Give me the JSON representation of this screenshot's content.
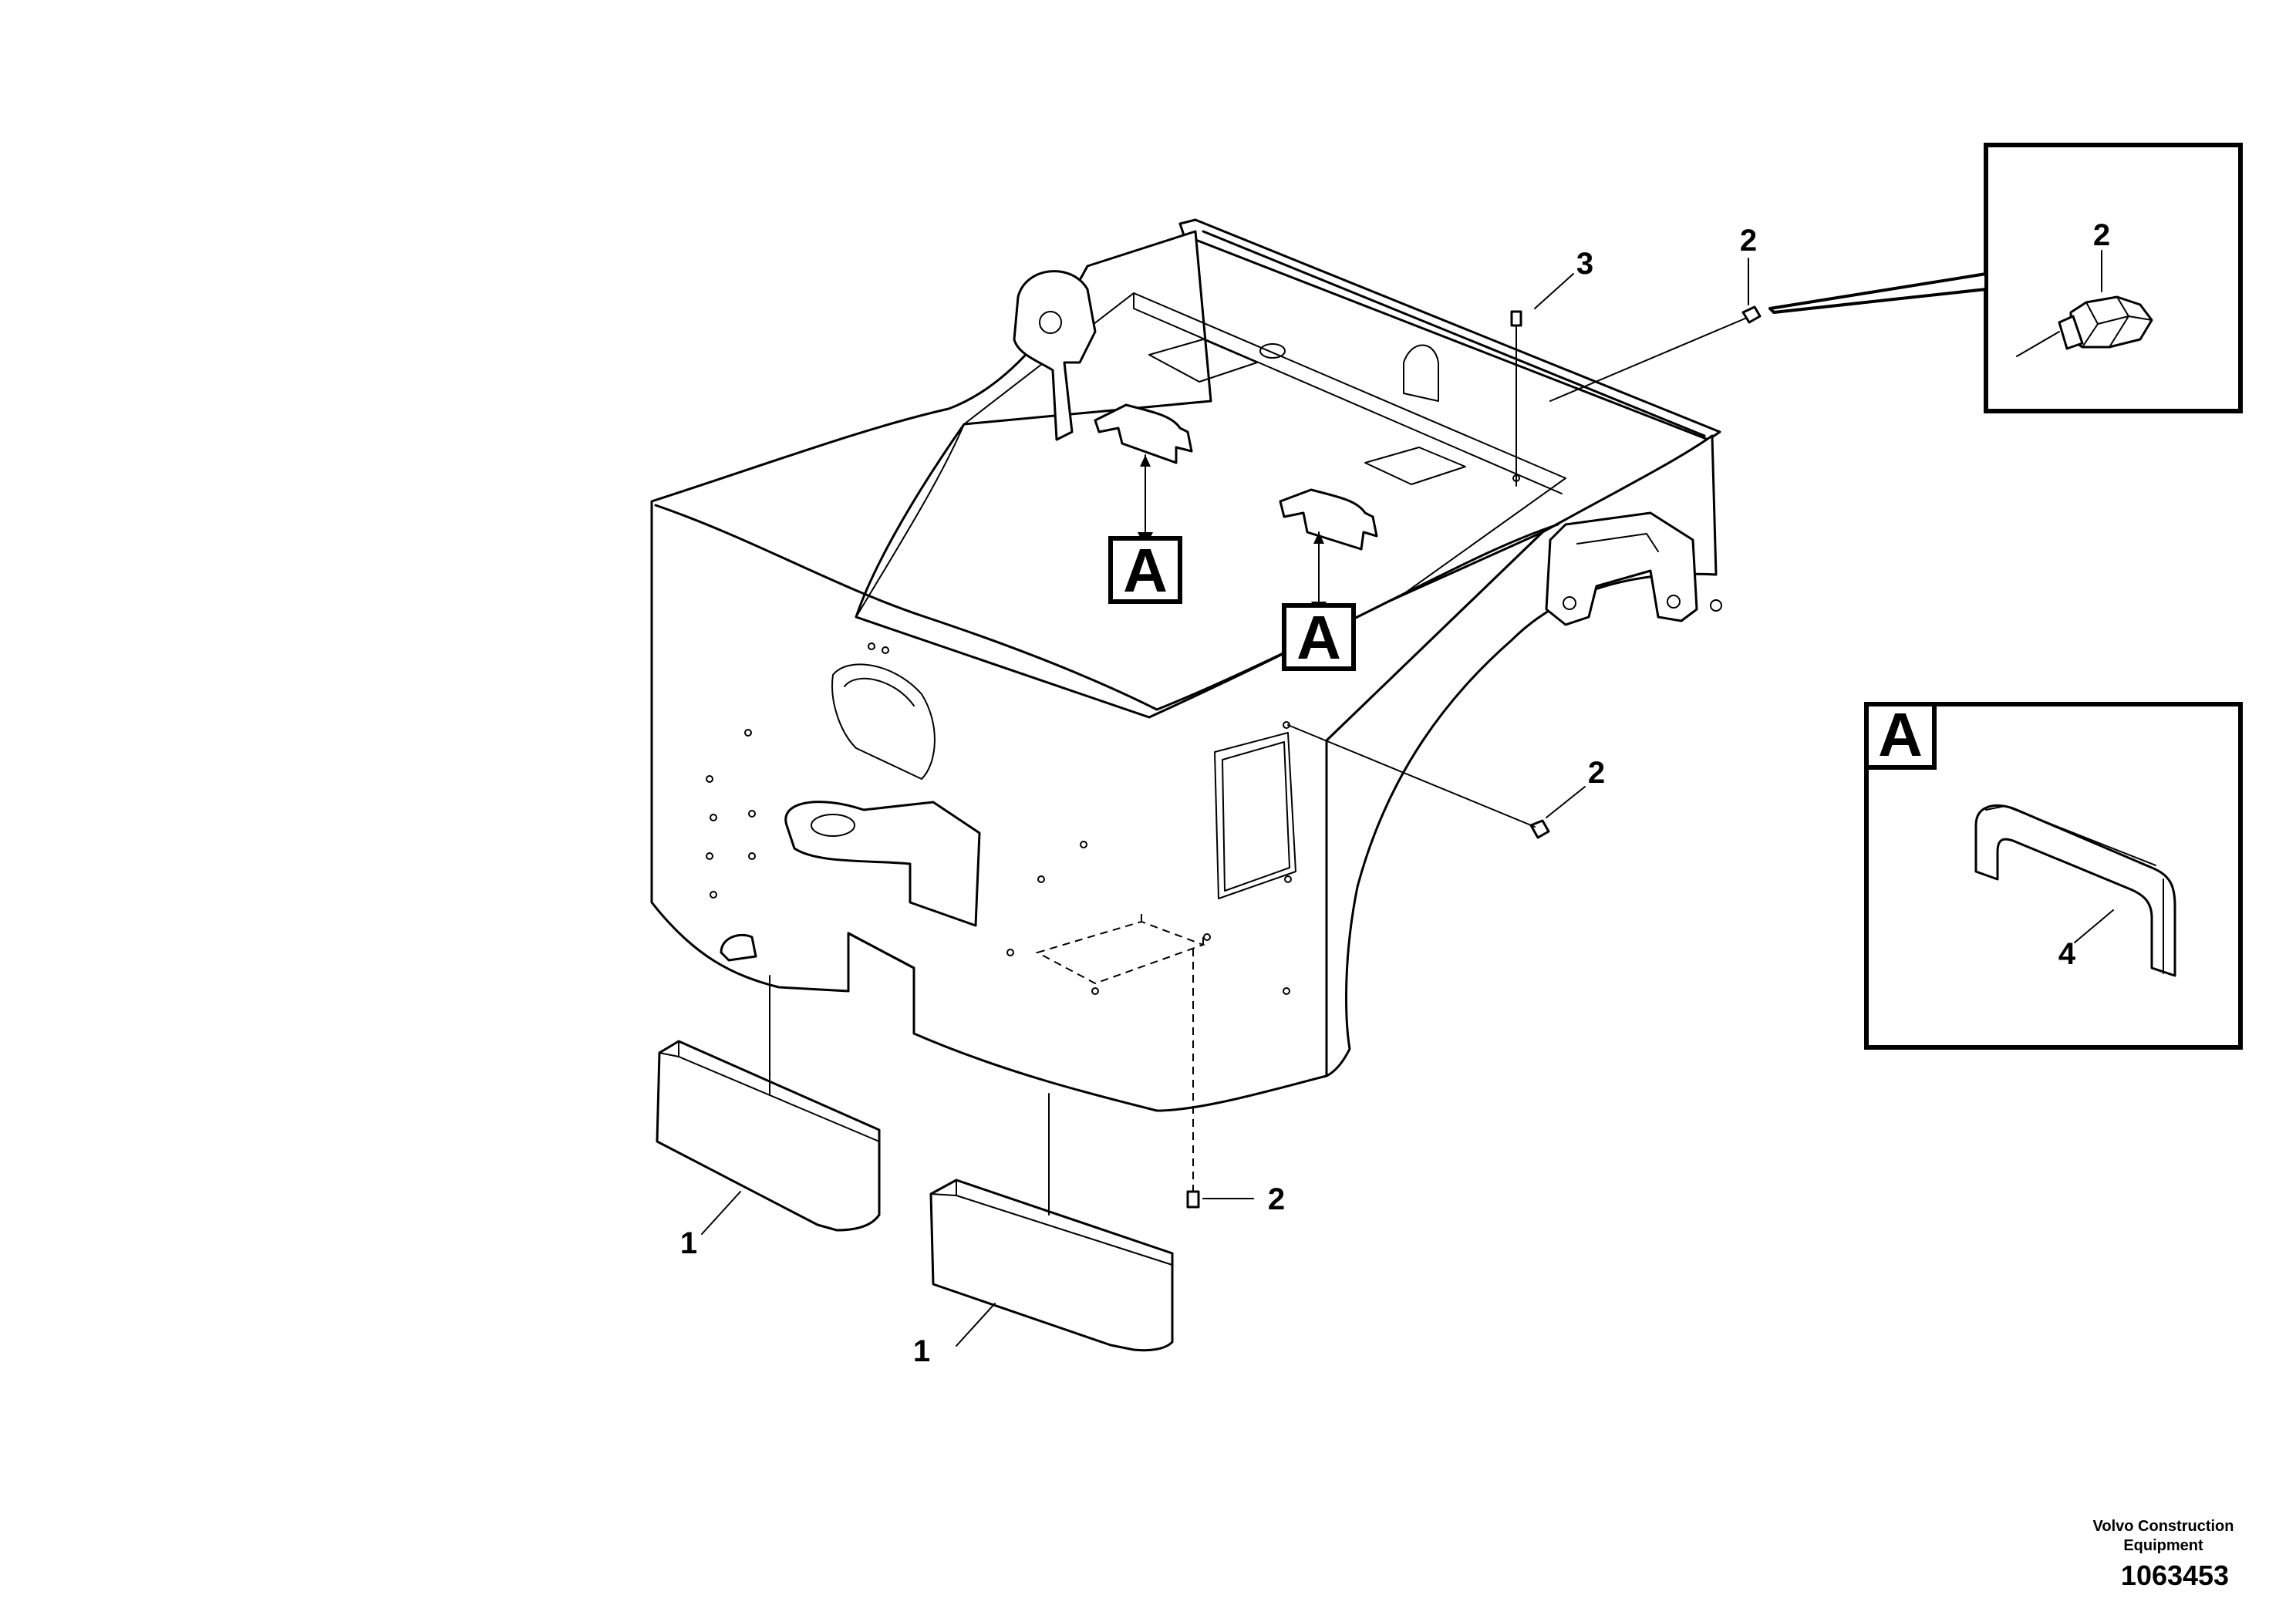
{
  "callouts": {
    "c1a": "1",
    "c1b": "1",
    "c2_top": "2",
    "c2_mid": "2",
    "c2_bottom": "2",
    "c2_detail": "2",
    "c3": "3",
    "c4": "4"
  },
  "view_markers": {
    "marker_left": "A",
    "marker_right": "A",
    "detail_box_label": "A"
  },
  "credit": {
    "line1": "Volvo Construction",
    "line2": "Equipment",
    "code": "1063453"
  }
}
